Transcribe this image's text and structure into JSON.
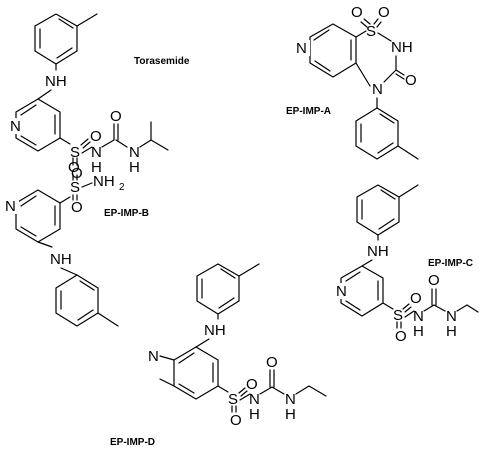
{
  "compounds": [
    {
      "name": "Torasemide",
      "atoms": {
        "nh1": "NH",
        "n_ring": "N",
        "s": "S",
        "o1": "O",
        "o2": "O",
        "o3": "O",
        "n2": "N",
        "h2": "H",
        "n3": "N",
        "h3": "H"
      }
    },
    {
      "name": "EP-IMP-A",
      "atoms": {
        "n_ring": "N",
        "s": "S",
        "o1": "O",
        "o2": "O",
        "nh": "NH",
        "o3": "O",
        "n4": "N"
      }
    },
    {
      "name": "EP-IMP-B",
      "atoms": {
        "n_ring": "N",
        "s": "S",
        "o1": "O",
        "o2": "O",
        "nh2": "NH",
        "nh2_sub": "2",
        "nh": "NH"
      }
    },
    {
      "name": "EP-IMP-C",
      "atoms": {
        "nh1": "NH",
        "n_ring": "N",
        "s": "S",
        "o1": "O",
        "o2": "O",
        "o3": "O",
        "n2": "N",
        "h2": "H",
        "n3": "N",
        "h3": "H"
      }
    },
    {
      "name": "EP-IMP-D",
      "atoms": {
        "nh1": "NH",
        "n_ring": "N",
        "s": "S",
        "o1": "O",
        "o2": "O",
        "o3": "O",
        "n2": "N",
        "h2": "H",
        "n3": "N",
        "h3": "H"
      }
    }
  ]
}
